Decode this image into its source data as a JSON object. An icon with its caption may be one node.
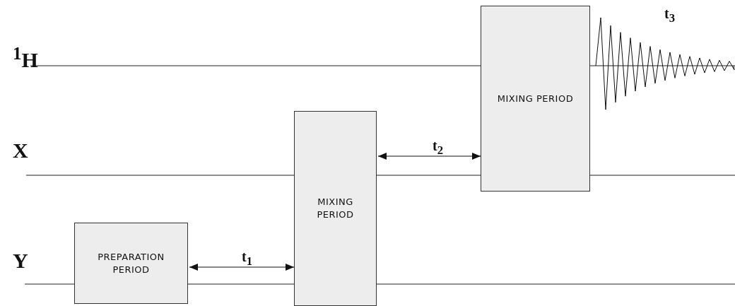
{
  "diagram": {
    "nodes": [
      {
        "text": [
          "PREPARATION PERIOD"
        ]
      },
      {
        "text": [
          "MIXING PERIOD"
        ]
      },
      {
        "text": [
          "MIXING PERIOD"
        ]
      }
    ],
    "edges": [
      {
        "from": 0,
        "to": 1,
        "arrow": "both",
        "label": "t$_{1}$"
      },
      {
        "from": 1,
        "to": 2,
        "arrow": "both",
        "label": "t$_{2}$"
      }
    ],
    "labels": [
      "$^{1}$H",
      "X",
      "Y",
      "t$_{3}$"
    ]
  }
}
